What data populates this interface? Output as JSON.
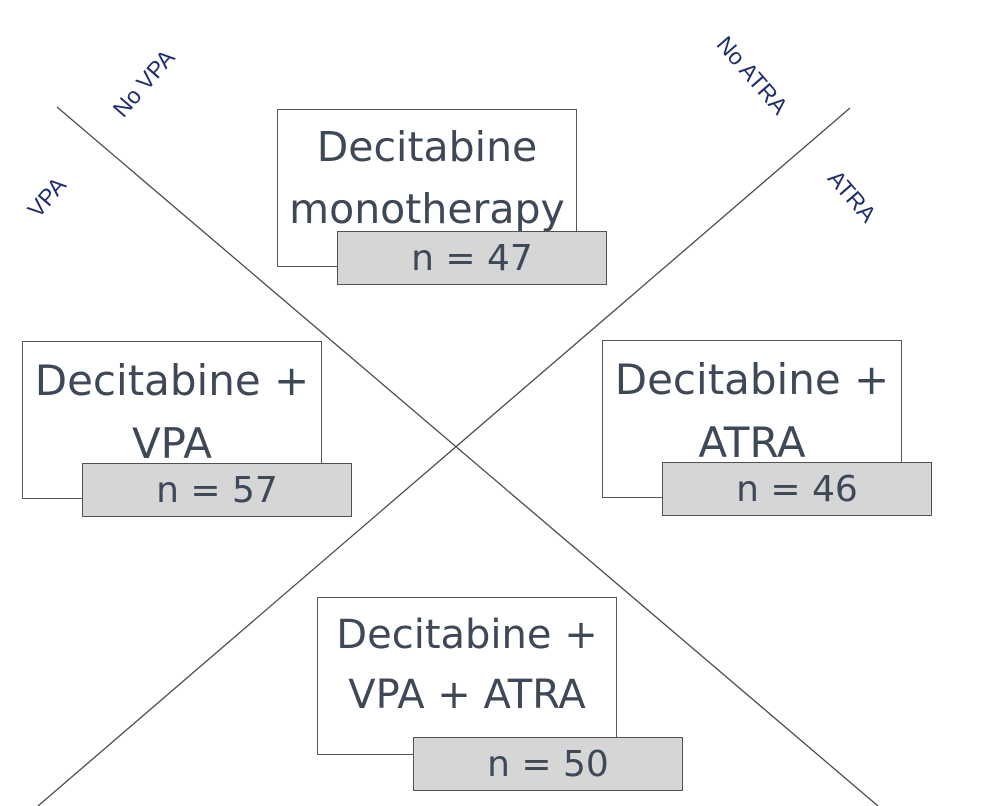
{
  "axis_labels": {
    "no_vpa": "No VPA",
    "vpa": "VPA",
    "no_atra": "No ATRA",
    "atra": "ATRA"
  },
  "groups": {
    "monotherapy": {
      "line1": "Decitabine",
      "line2": "monotherapy",
      "n": "n = 47"
    },
    "vpa": {
      "line1": "Decitabine +",
      "line2": "VPA",
      "n": "n = 57"
    },
    "atra": {
      "line1": "Decitabine +",
      "line2": "ATRA",
      "n": "n = 46"
    },
    "vpa_atra": {
      "line1": "Decitabine +",
      "line2": "VPA + ATRA",
      "n": "n = 50"
    }
  },
  "colors": {
    "title_text": "#3e4856",
    "axis_label_text": "#1f2f6b",
    "n_box_fill": "#d6d6d6",
    "divider_line": "#4a4a4a"
  }
}
